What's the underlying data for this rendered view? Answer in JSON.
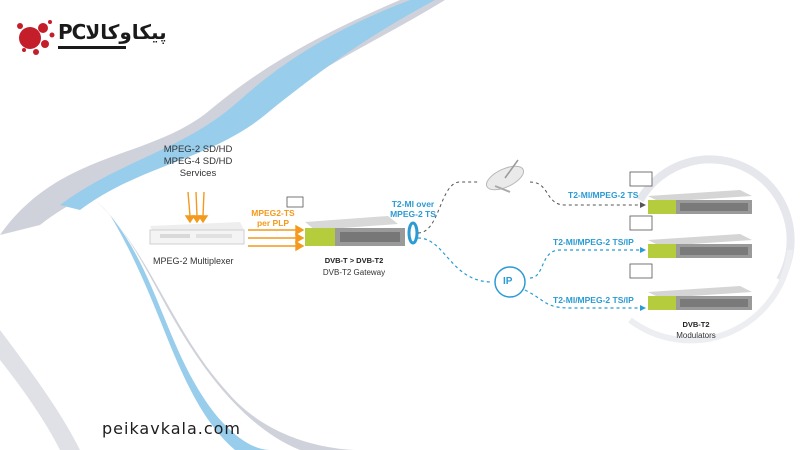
{
  "services_lines": [
    "MPEG-2 SD/HD",
    "MPEG-4 SD/HD",
    "Services"
  ],
  "multiplexer_label": "MPEG-2 Multiplexer",
  "ts_per_plp": [
    "MPEG2-TS",
    "per PLP"
  ],
  "gateway_title": "DVB-T > DVB-T2",
  "gateway_subtitle": "DVB-T2 Gateway",
  "t2mi_over": [
    "T2-MI over",
    "MPEG-2 TS"
  ],
  "link_labels": [
    "T2-MI/MPEG-2 TS",
    "T2-MI/MPEG-2 TS/IP",
    "T2-MI/MPEG-2 TS/IP"
  ],
  "ip_label": "IP",
  "modulators_title": "DVB-T2",
  "modulators_subtitle": "Modulators",
  "website": "peikavkala.com",
  "logo_text": "PCپیکاوکالا",
  "colors": {
    "accent_orange": "#f39a1e",
    "accent_blue": "#2b9bd3",
    "device_green": "#b5cc3c",
    "swoosh_blue": "#89c8eb",
    "swoosh_gray": "#c9cbd3",
    "logo_red": "#c41e2a"
  },
  "icons": [
    "satellite-dish-icon",
    "ip-cloud-icon",
    "gps-receiver-icon",
    "rack-device-icon"
  ]
}
